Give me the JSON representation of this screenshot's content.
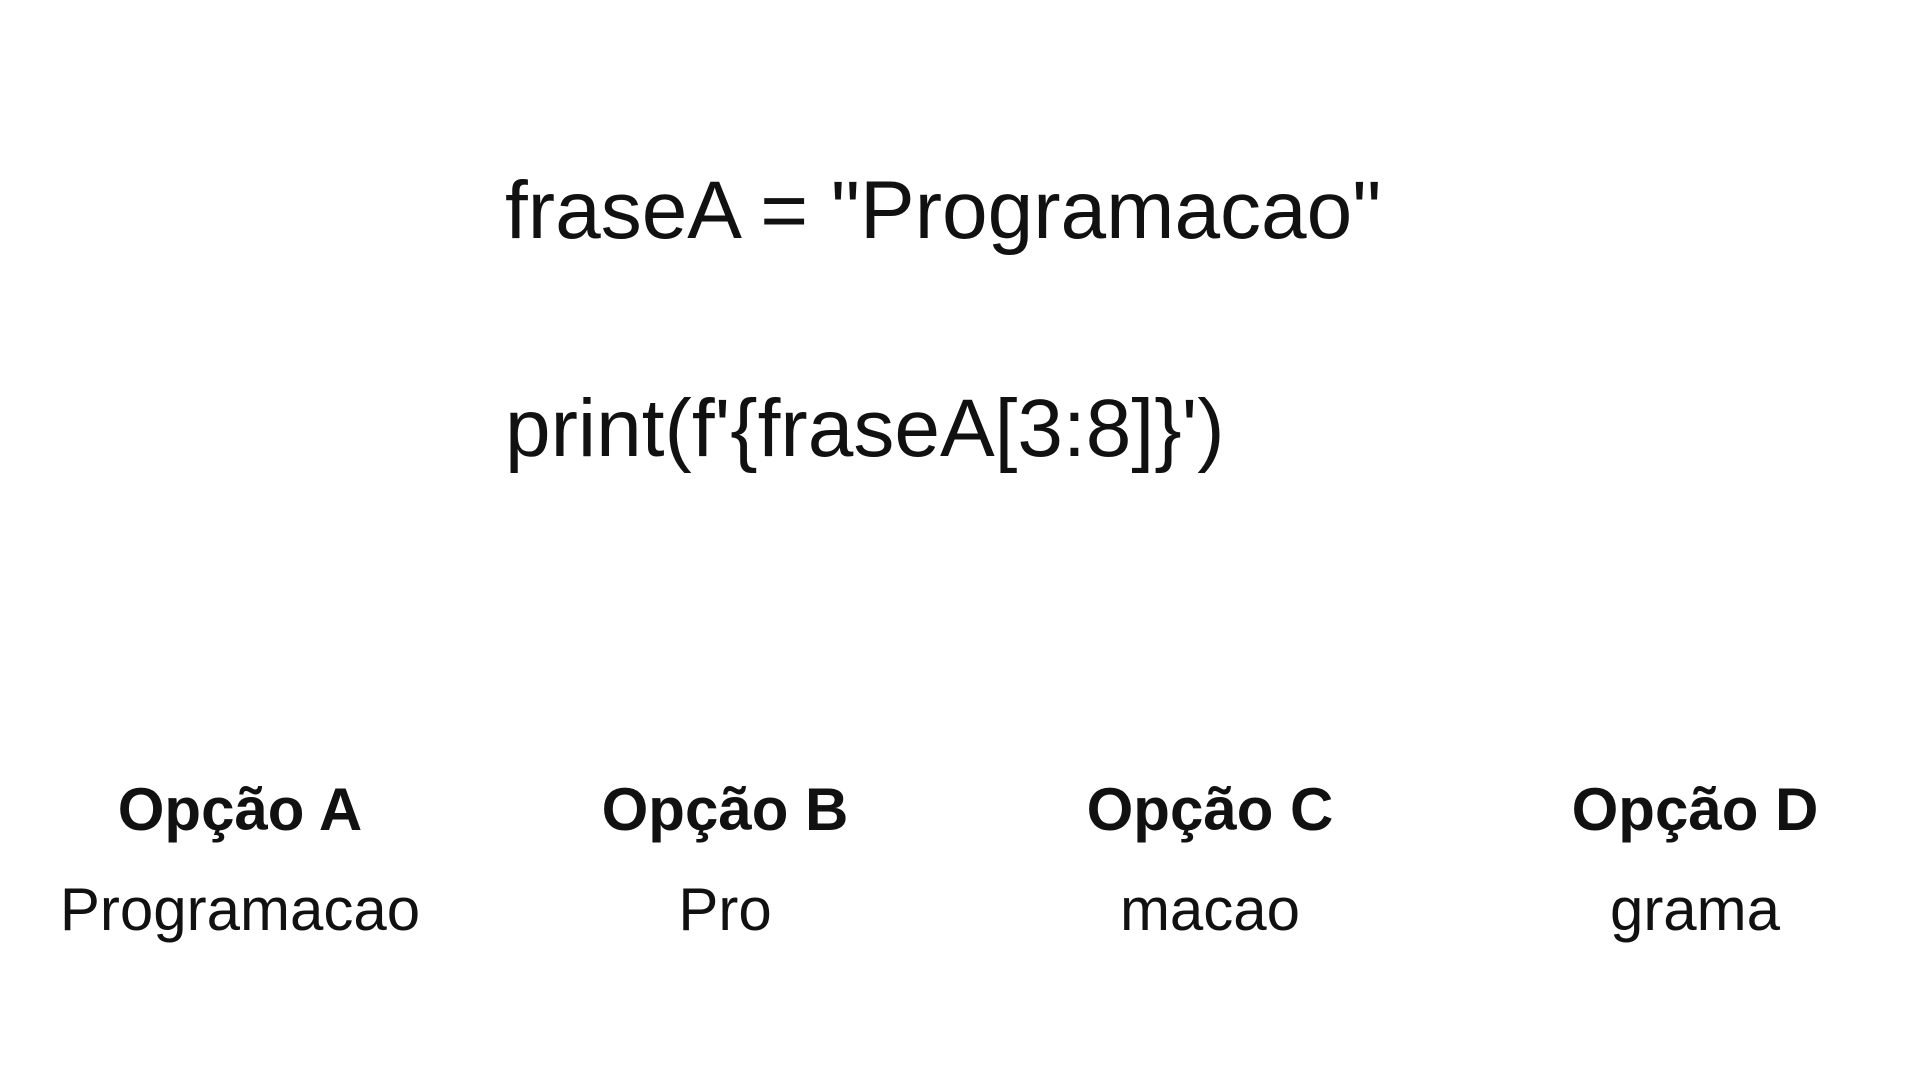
{
  "code": {
    "line1": "fraseA = \"Programacao\"",
    "line2": "print(f'{fraseA[3:8]}')"
  },
  "options": [
    {
      "title": "Opção A",
      "text": "Programacao"
    },
    {
      "title": "Opção B",
      "text": "Pro"
    },
    {
      "title": "Opção C",
      "text": "macao"
    },
    {
      "title": "Opção D",
      "text": "grama"
    }
  ]
}
